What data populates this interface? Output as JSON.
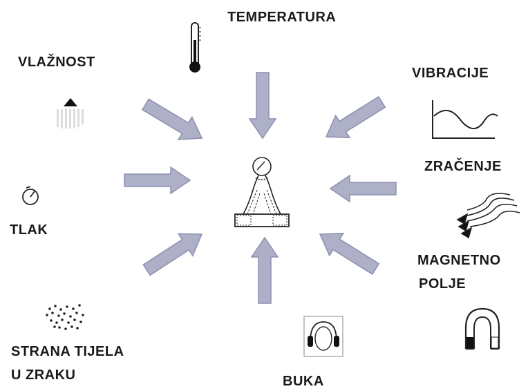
{
  "factors": {
    "temperatura": "TEMPERATURA",
    "vlaznost": "VLAŽNOST",
    "vibracije": "VIBRACIJE",
    "zracenje": "ZRAČENJE",
    "tlak": "TLAK",
    "magnetno_polje_line1": "MAGNETNO",
    "magnetno_polje_line2": "POLJE",
    "strana_tijela_line1": "STRANA TIJELA",
    "strana_tijela_line2": "U ZRAKU",
    "buka": "BUKA"
  },
  "colors": {
    "arrow_fill": "#aeb0c8",
    "arrow_stroke": "#8c8fae",
    "text": "#1a1a1a"
  },
  "icons": [
    "thermometer-icon",
    "shower-icon",
    "wave-graph-icon",
    "radiation-waves-icon",
    "pressure-gauge-icon",
    "magnet-icon",
    "particles-icon",
    "headphones-icon",
    "central-instrument-icon"
  ]
}
